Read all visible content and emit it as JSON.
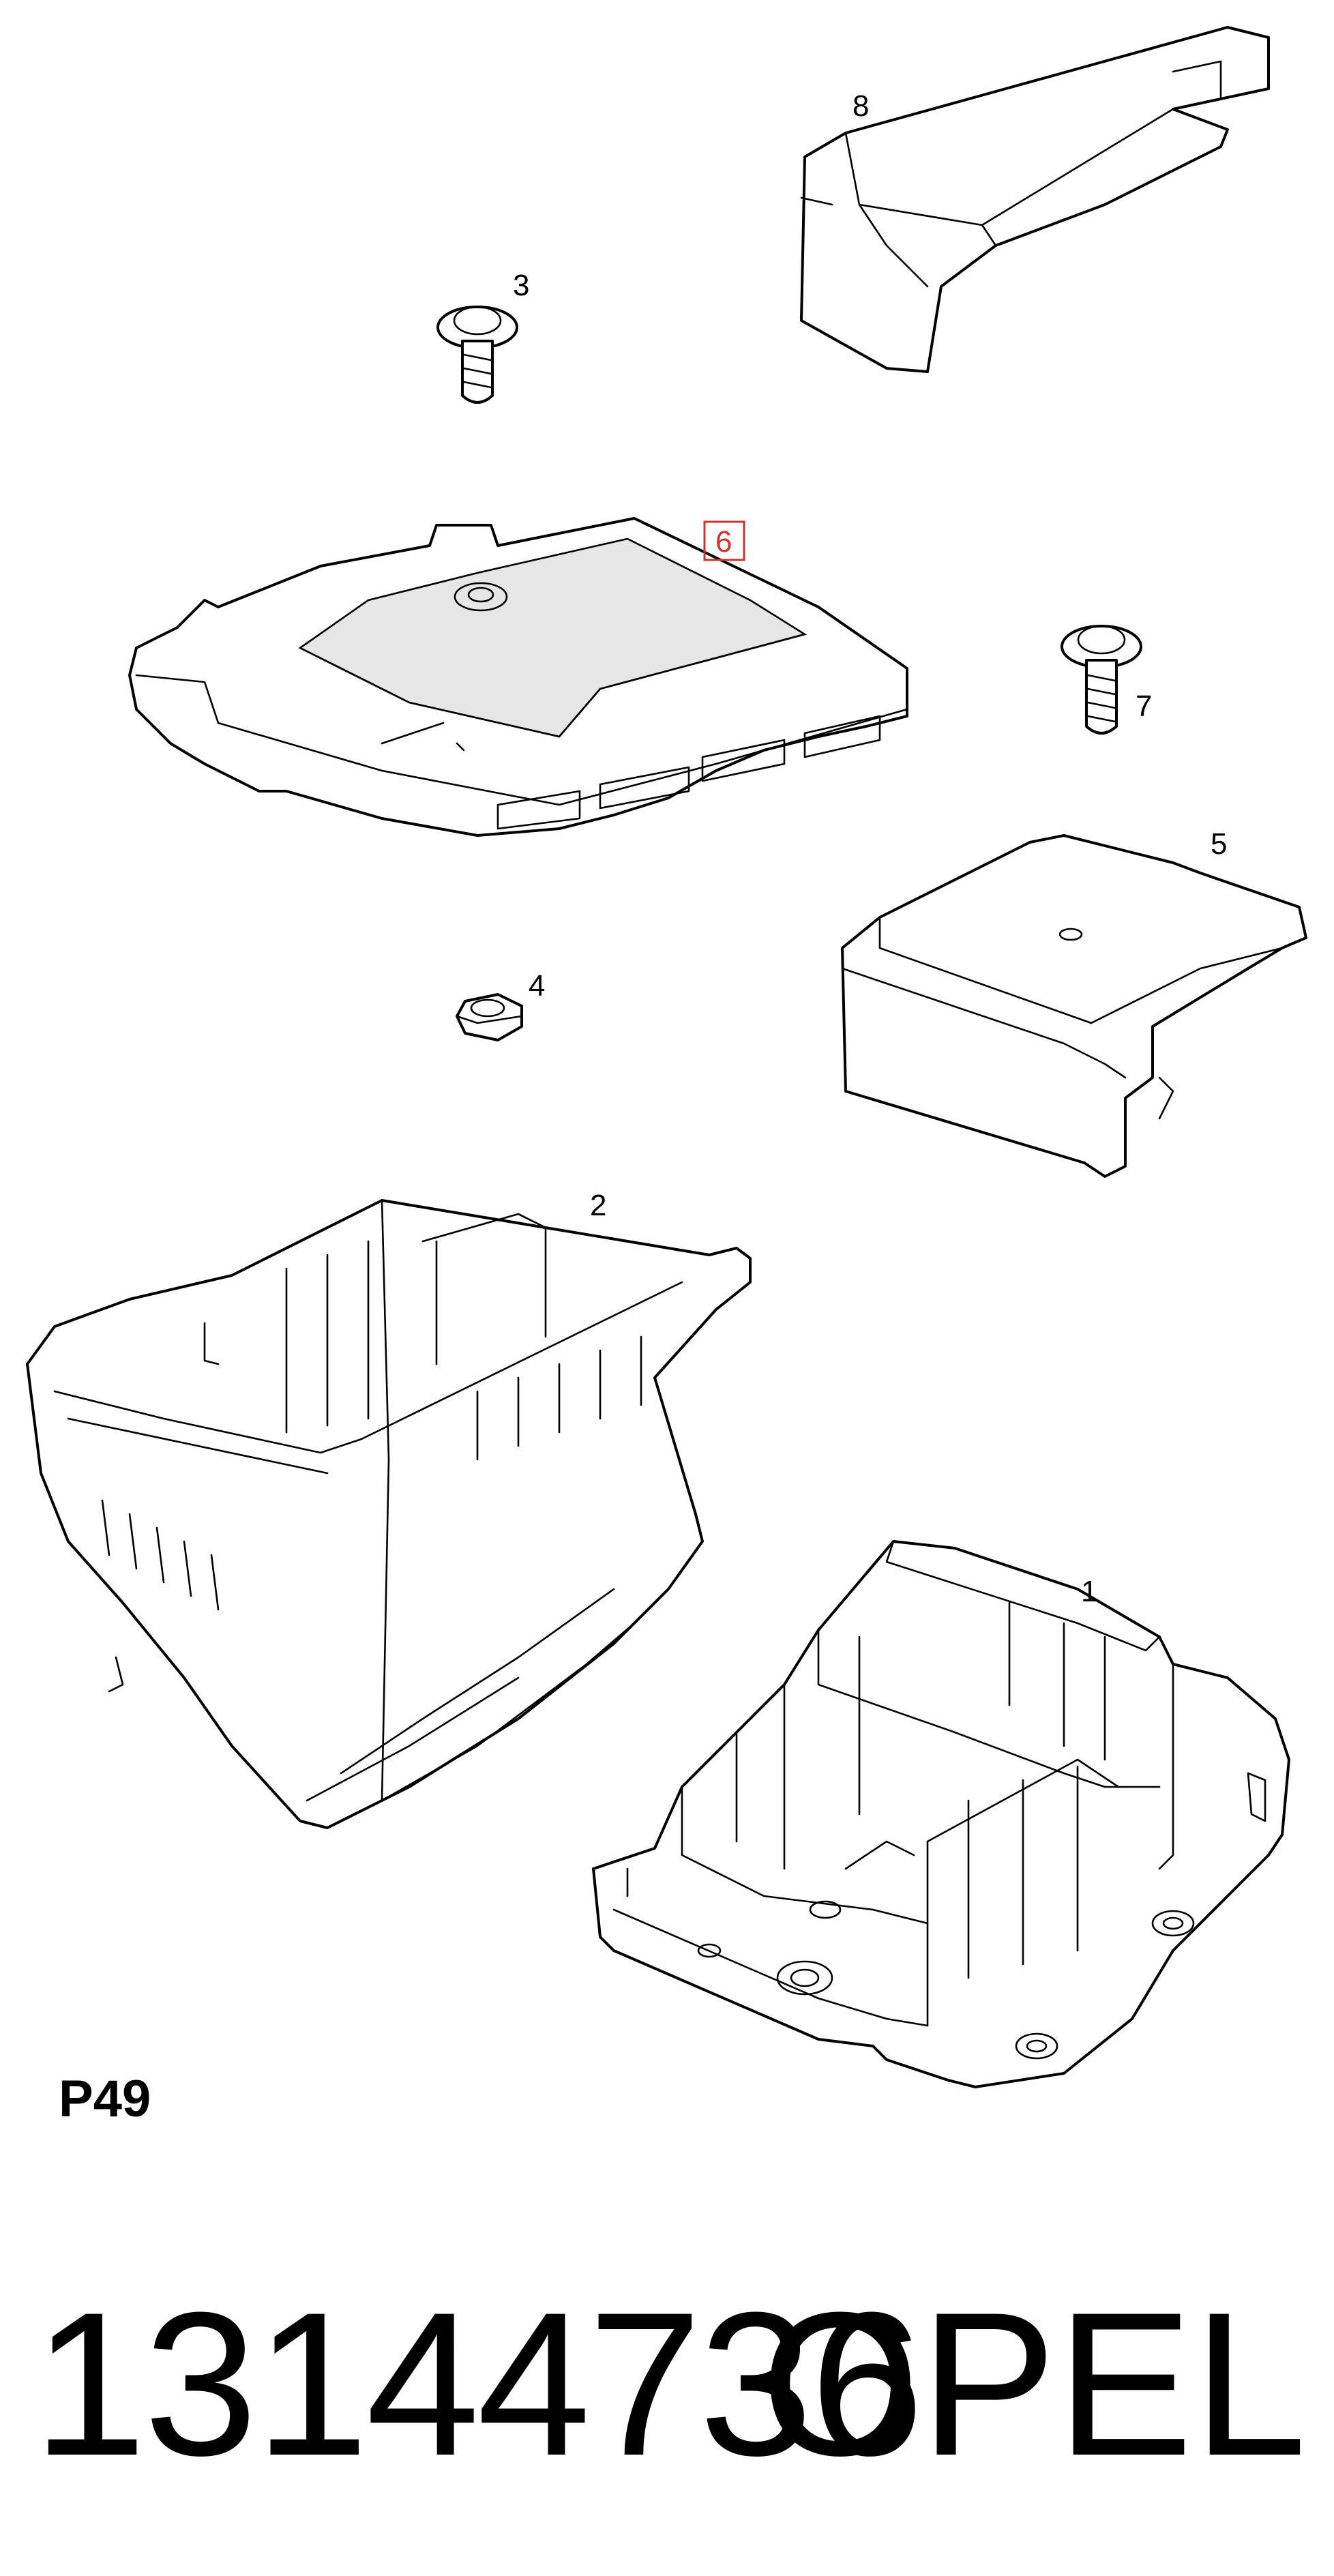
{
  "diagram": {
    "callouts": [
      "8",
      "3",
      "6",
      "7",
      "5",
      "4",
      "2",
      "1"
    ],
    "highlighted_callout": "6",
    "highlight_color": "#cc3333",
    "page_code": "P49",
    "part_number": "13144736",
    "brand": "OPEL"
  }
}
